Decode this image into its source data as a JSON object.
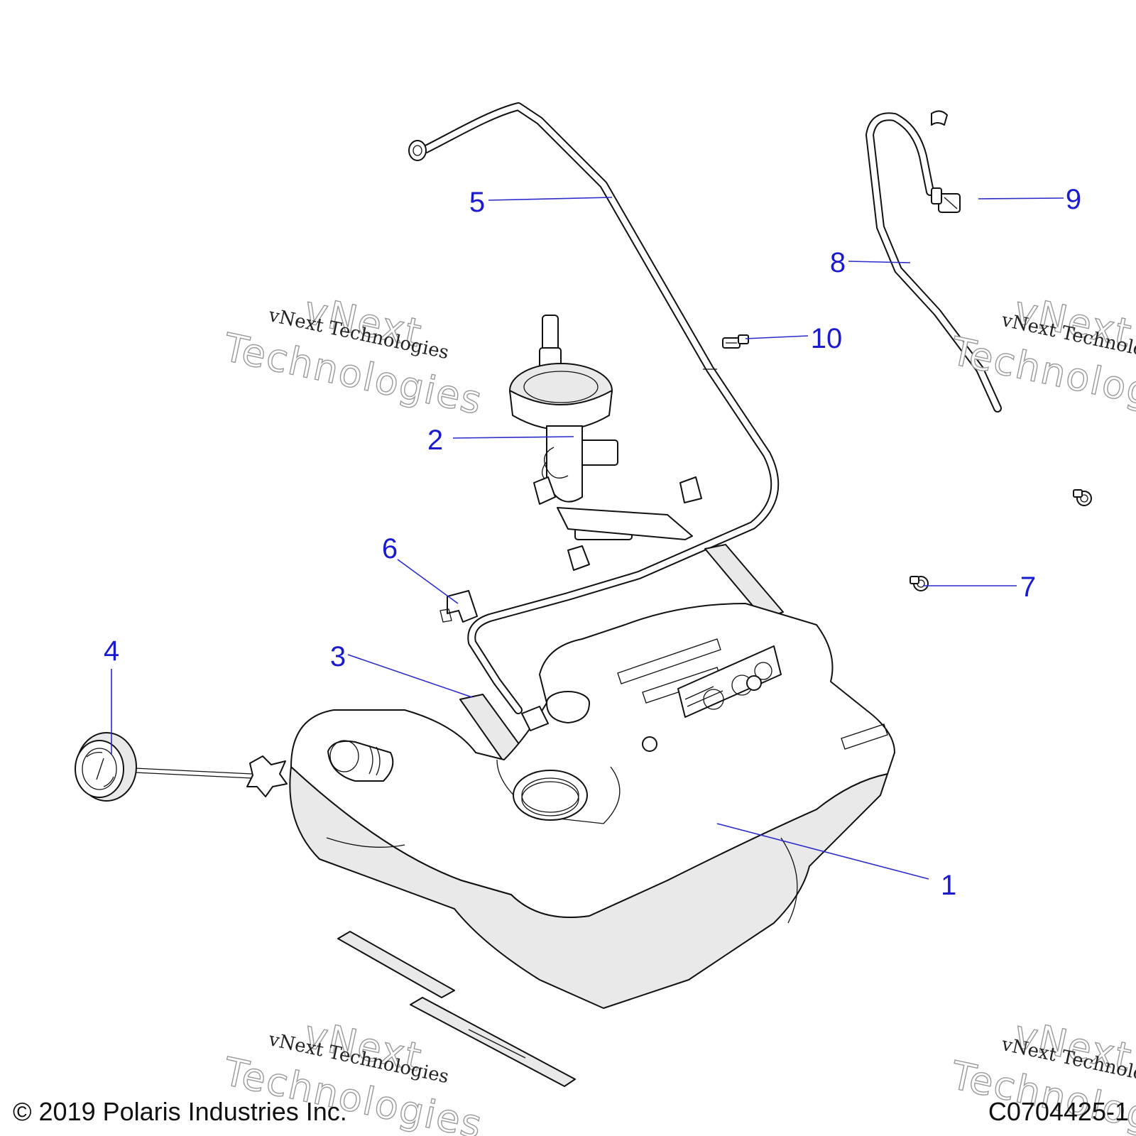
{
  "callouts": {
    "c1": "1",
    "c2": "2",
    "c3": "3",
    "c4": "4",
    "c5": "5",
    "c6": "6",
    "c7": "7",
    "c8": "8",
    "c9": "9",
    "c10": "10"
  },
  "watermark": {
    "line": "vNext Technologies",
    "outline_top": "vNext",
    "outline_bottom": "Technologies"
  },
  "footer": {
    "copyright": "© 2019 Polaris Industries Inc.",
    "drawing_id": "C0704425-1"
  },
  "colors": {
    "callout": "#1a1ad0",
    "line_art": "#111111",
    "tank_shade": "#e9e9e9"
  }
}
